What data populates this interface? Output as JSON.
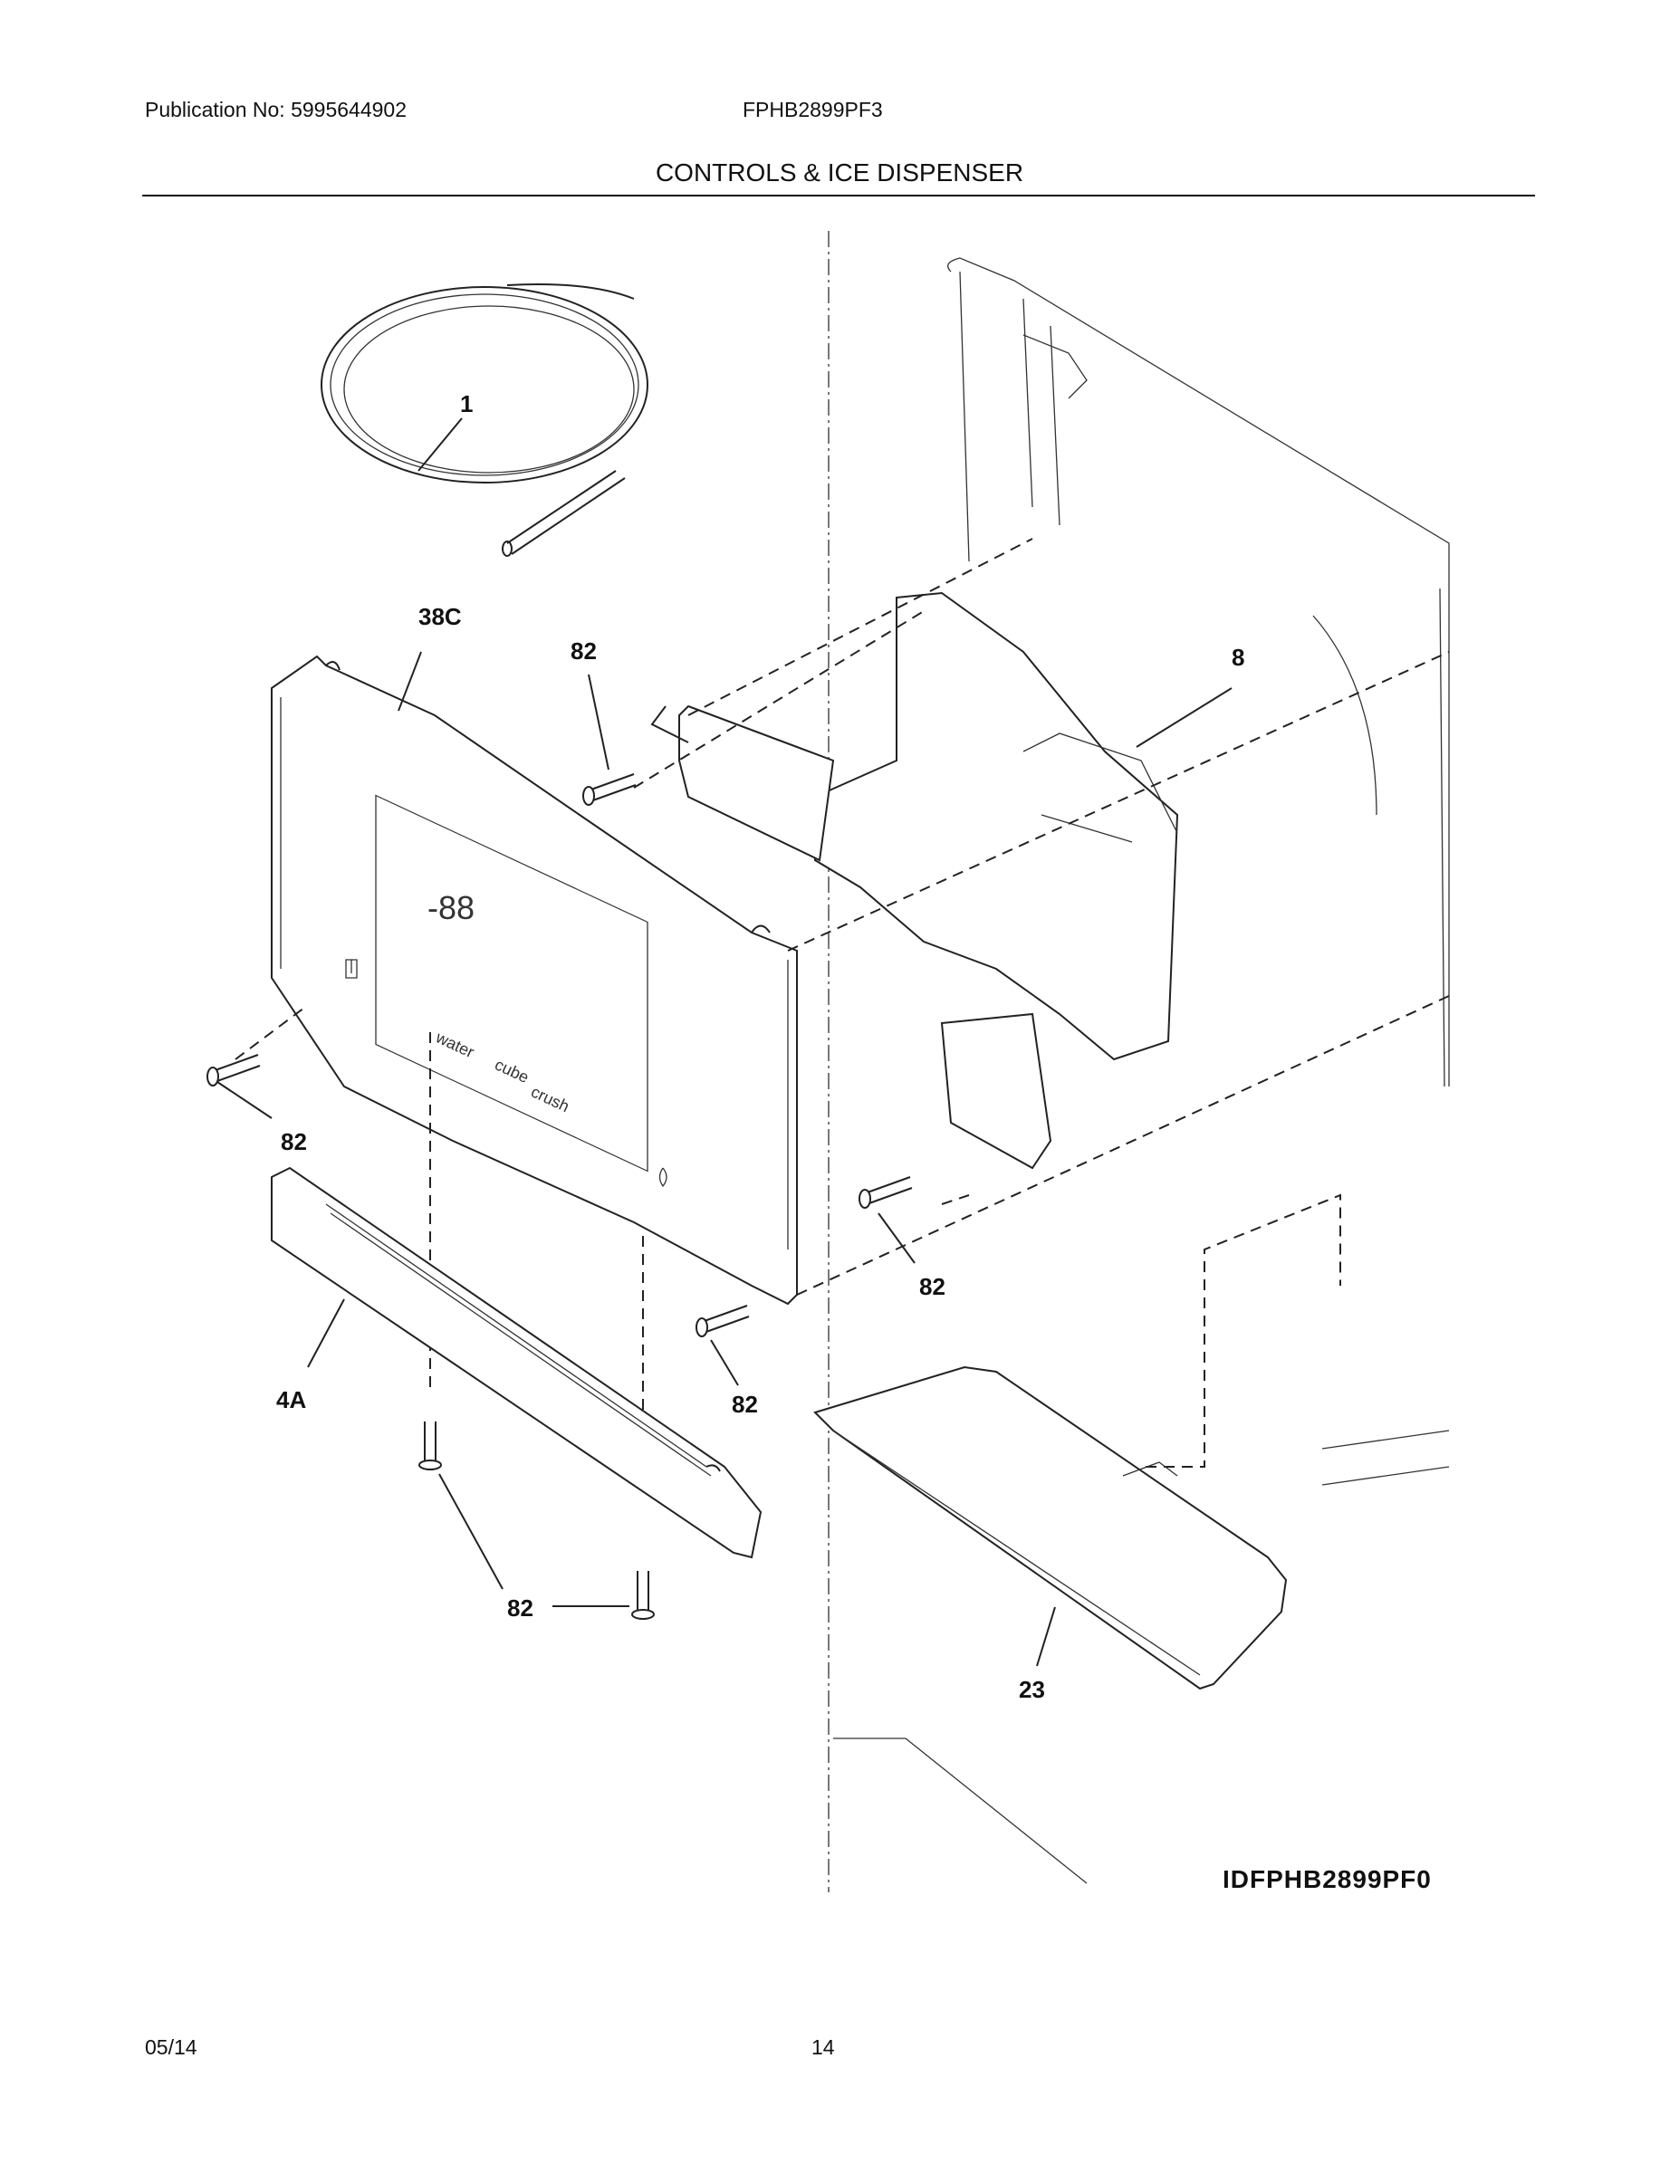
{
  "header": {
    "publication": "Publication No: 5995644902",
    "model": "FPHB2899PF3",
    "section_title": "CONTROLS & ICE DISPENSER"
  },
  "callouts": {
    "tubing": "1",
    "control_panel": "38C",
    "screw_upper": "82",
    "dispenser_housing": "8",
    "screw_left": "82",
    "screw_right": "82",
    "screw_bottom_center": "82",
    "trim": "4A",
    "screw_bottom": "82",
    "drip_tray": "23"
  },
  "panel_labels": {
    "water": "water",
    "cube": "cube",
    "crush": "crush",
    "display_digits": "-88"
  },
  "diagram_id": "IDFPHB2899PF0",
  "footer": {
    "date": "05/14",
    "page_number": "14"
  }
}
